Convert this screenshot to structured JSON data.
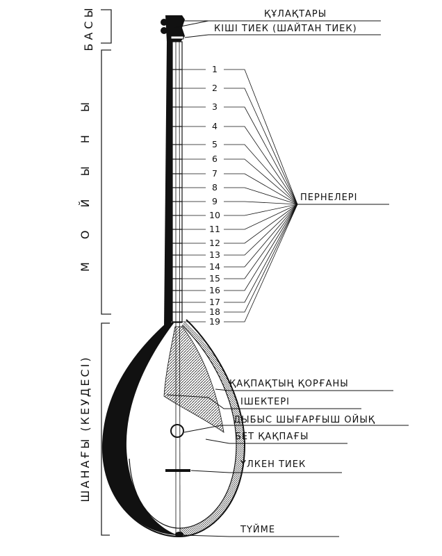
{
  "diagram": {
    "section_labels": {
      "head": "БАСЫ",
      "neck": "М О Й Ы Н Ы",
      "body": "ШАНАҒЫ (КЕУДЕСІ)"
    },
    "part_labels": {
      "pegs": "ҚҰЛАҚТАРЫ",
      "small_bridge": "КІШІ ТИЕК (ШАЙТАН ТИЕК)",
      "frets": "ПЕРНЕЛЕРІ",
      "soundboard_guard": "ҚАҚПАҚТЫҢ ҚОРҒАНЫ",
      "strings": "ІШЕКТЕРІ",
      "sound_hole": "ДЫБЫС ШЫҒАРҒЫШ ОЙЫҚ",
      "top_plate": "БЕТ ҚАҚПАҒЫ",
      "big_bridge": "ҮЛКЕН ТИЕК",
      "button": "ТҮЙМЕ"
    },
    "fret_numbers": [
      "1",
      "2",
      "3",
      "4",
      "5",
      "6",
      "7",
      "8",
      "9",
      "10",
      "11",
      "12",
      "13",
      "14",
      "15",
      "16",
      "17",
      "18",
      "19"
    ]
  }
}
